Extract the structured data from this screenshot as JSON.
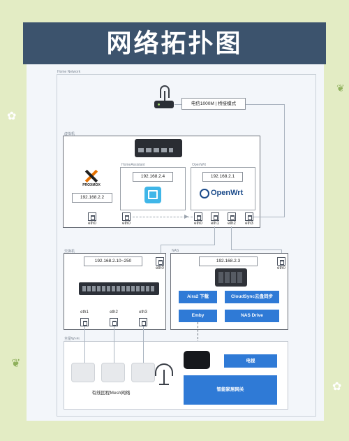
{
  "title": "网络拓扑图",
  "home_network": {
    "caption": "Home Network",
    "modem_label": "电信1000M | 桥接模式",
    "vm_host": {
      "caption": "虚拟机",
      "proxmox": {
        "brand": "PROXMOX",
        "ip": "192.168.2.2",
        "port": "eth0"
      },
      "homeassistant": {
        "caption": "HomeAssistant",
        "ip": "192.168.2.4",
        "port": "eth0"
      },
      "openwrt": {
        "caption": "OpenWrt",
        "brand": "OpenWrt",
        "ip": "192.168.2.1",
        "ports": [
          "eth0",
          "eth1",
          "eth2",
          "eth3"
        ]
      }
    },
    "switch": {
      "caption": "交换机",
      "ip": "192.168.2.10~250",
      "uplink": "eth0",
      "ports": [
        "eth1",
        "eth2",
        "eth3"
      ]
    },
    "nas": {
      "caption": "NAS",
      "ip": "192.168.2.3",
      "port": "eth0",
      "apps": [
        "Aira2 下载",
        "CloudSync云盘同步",
        "Emby",
        "NAS Drive"
      ]
    },
    "wifi": {
      "caption": "全屋Wi-Fi",
      "mesh_label": "有线回程Mesh网络",
      "tv_label": "电视",
      "gateway_label": "智能家居网关"
    }
  },
  "colors": {
    "header": "#3c536d",
    "accent": "#2f7ad6",
    "background": "#e3ecc4"
  }
}
